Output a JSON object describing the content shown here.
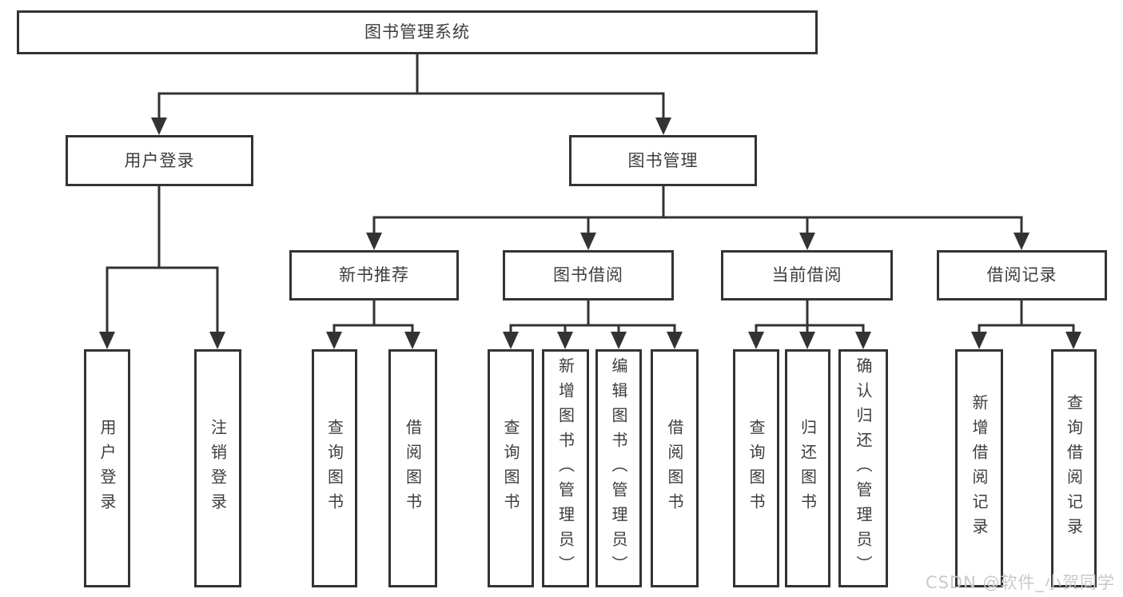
{
  "diagram": {
    "type": "hierarchy-tree",
    "tree": {
      "root": "图书管理系统",
      "children": [
        {
          "label": "用户登录",
          "children": [
            {
              "label": "用户登录"
            },
            {
              "label": "注销登录"
            }
          ]
        },
        {
          "label": "图书管理",
          "children": [
            {
              "label": "新书推荐",
              "children": [
                {
                  "label": "查询图书"
                },
                {
                  "label": "借阅图书"
                }
              ]
            },
            {
              "label": "图书借阅",
              "children": [
                {
                  "label": "查询图书"
                },
                {
                  "label": "新增图书（管理员）"
                },
                {
                  "label": "编辑图书（管理员）"
                },
                {
                  "label": "借阅图书"
                }
              ]
            },
            {
              "label": "当前借阅",
              "children": [
                {
                  "label": "查询图书"
                },
                {
                  "label": "归还图书"
                },
                {
                  "label": "确认归还（管理员）"
                }
              ]
            },
            {
              "label": "借阅记录",
              "children": [
                {
                  "label": "新增借阅记录"
                },
                {
                  "label": "查询借阅记录"
                }
              ]
            }
          ]
        }
      ]
    }
  },
  "watermark": {
    "text": "CSDN @软件_小贺同学"
  },
  "colors": {
    "line": "#333333",
    "box_border": "#333333",
    "box_fill": "#ffffff",
    "text": "#3d3d3d",
    "watermark": "#c9c9c9",
    "background": "#ffffff"
  }
}
